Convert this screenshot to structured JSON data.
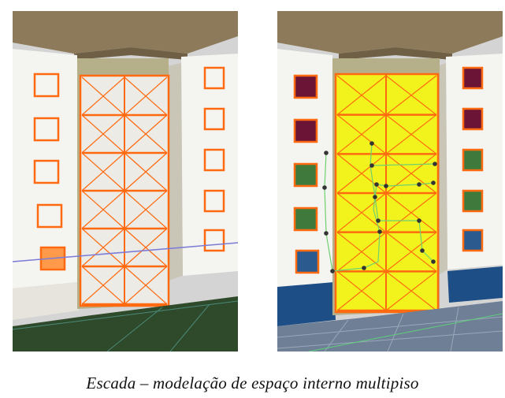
{
  "caption": "Escada – modelação de espaço interno multipiso",
  "panels": [
    {
      "name": "model-view-wireframe",
      "highlight": "none"
    },
    {
      "name": "model-view-selected-space",
      "highlight": "yellow"
    }
  ],
  "colors": {
    "roof": "#8c7a5a",
    "wall_white": "#f4f4f0",
    "wall_shadow": "#c9c6b8",
    "recess": "#b5b08a",
    "frame_orange": "#ff6a10",
    "selection_yellow": "#f2f21c",
    "ground_left": "#2f4a2a",
    "ground_right": "#6e7f96",
    "window_purple": "#6b1436",
    "window_green": "#3f7a3c",
    "window_blue": "#2a5a8e",
    "base_blue": "#1d4f86",
    "node_dark": "#333333",
    "path_green": "#6fd06f"
  }
}
